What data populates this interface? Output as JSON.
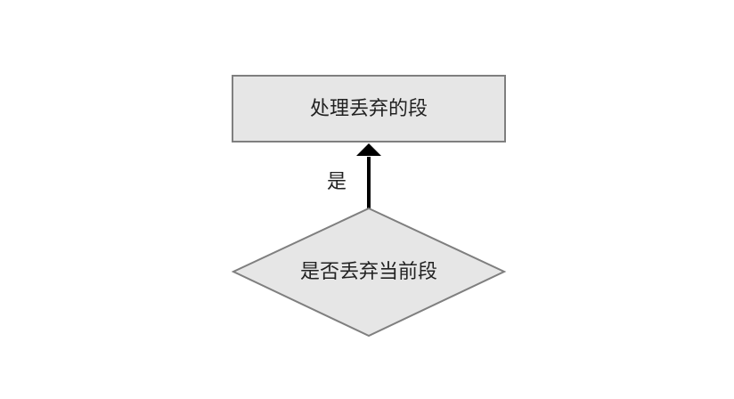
{
  "nodes": {
    "process": {
      "label": "处理丢弃的段"
    },
    "decision": {
      "label": "是否丢弃当前段"
    }
  },
  "edges": {
    "yes": {
      "label": "是"
    }
  },
  "colors": {
    "node_fill": "#e6e6e6",
    "node_stroke": "#7f7f7f",
    "arrow": "#000000",
    "text": "#222222"
  }
}
